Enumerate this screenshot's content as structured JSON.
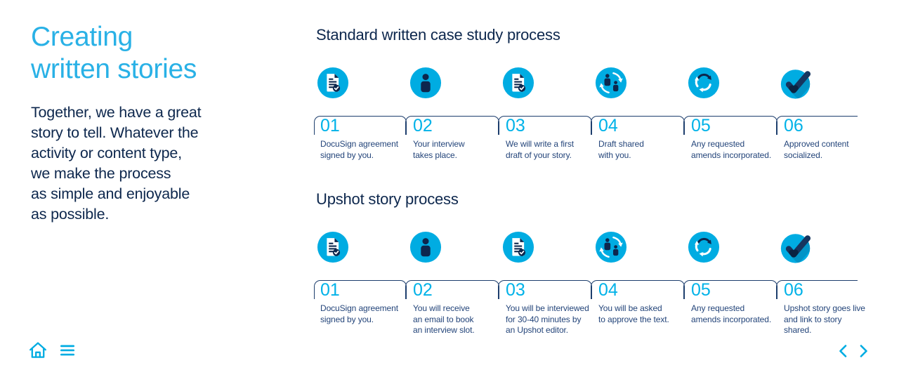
{
  "colors": {
    "title_cyan": "#29b1e6",
    "accent_cyan": "#00b2e8",
    "icon_circle_cyan": "#00ace2",
    "navy": "#0d274d",
    "timeline_line": "#1d3e6d",
    "background": "#ffffff"
  },
  "intro": {
    "title": "Creating\nwritten stories",
    "body": "Together, we have a great\nstory to tell. Whatever the\nactivity or content type,\nwe make the process\nas simple and enjoyable\nas possible."
  },
  "processes": [
    {
      "title": "Standard written case study process",
      "steps": [
        {
          "number": "01",
          "icon": "document-check-icon",
          "text": "DocuSign agreement\nsigned by you."
        },
        {
          "number": "02",
          "icon": "person-icon",
          "text": "Your interview\ntakes place."
        },
        {
          "number": "03",
          "icon": "document-check-icon",
          "text": "We will write a first\ndraft of your story."
        },
        {
          "number": "04",
          "icon": "people-sync-icon",
          "text": "Draft shared\nwith you."
        },
        {
          "number": "05",
          "icon": "refresh-cycle-icon",
          "text": "Any requested\namends incorporated."
        },
        {
          "number": "06",
          "icon": "approved-check-icon",
          "text": "Approved content\nsocialized."
        }
      ]
    },
    {
      "title": "Upshot story process",
      "steps": [
        {
          "number": "01",
          "icon": "document-check-icon",
          "text": "DocuSign agreement\nsigned by you."
        },
        {
          "number": "02",
          "icon": "person-icon",
          "text": "You will receive\nan email to book\nan interview slot."
        },
        {
          "number": "03",
          "icon": "document-check-icon",
          "text": "You will be interviewed\nfor 30-40 minutes by\nan Upshot editor."
        },
        {
          "number": "04",
          "icon": "people-sync-icon",
          "text": "You will be asked\nto approve the text."
        },
        {
          "number": "05",
          "icon": "refresh-cycle-icon",
          "text": "Any requested\namends incorporated."
        },
        {
          "number": "06",
          "icon": "approved-check-icon",
          "text": "Upshot story goes live\nand link to story shared."
        }
      ]
    }
  ],
  "footer": {
    "home_icon": "home-icon",
    "menu_icon": "hamburger-menu-icon",
    "prev_icon": "chevron-left-icon",
    "next_icon": "chevron-right-icon"
  }
}
